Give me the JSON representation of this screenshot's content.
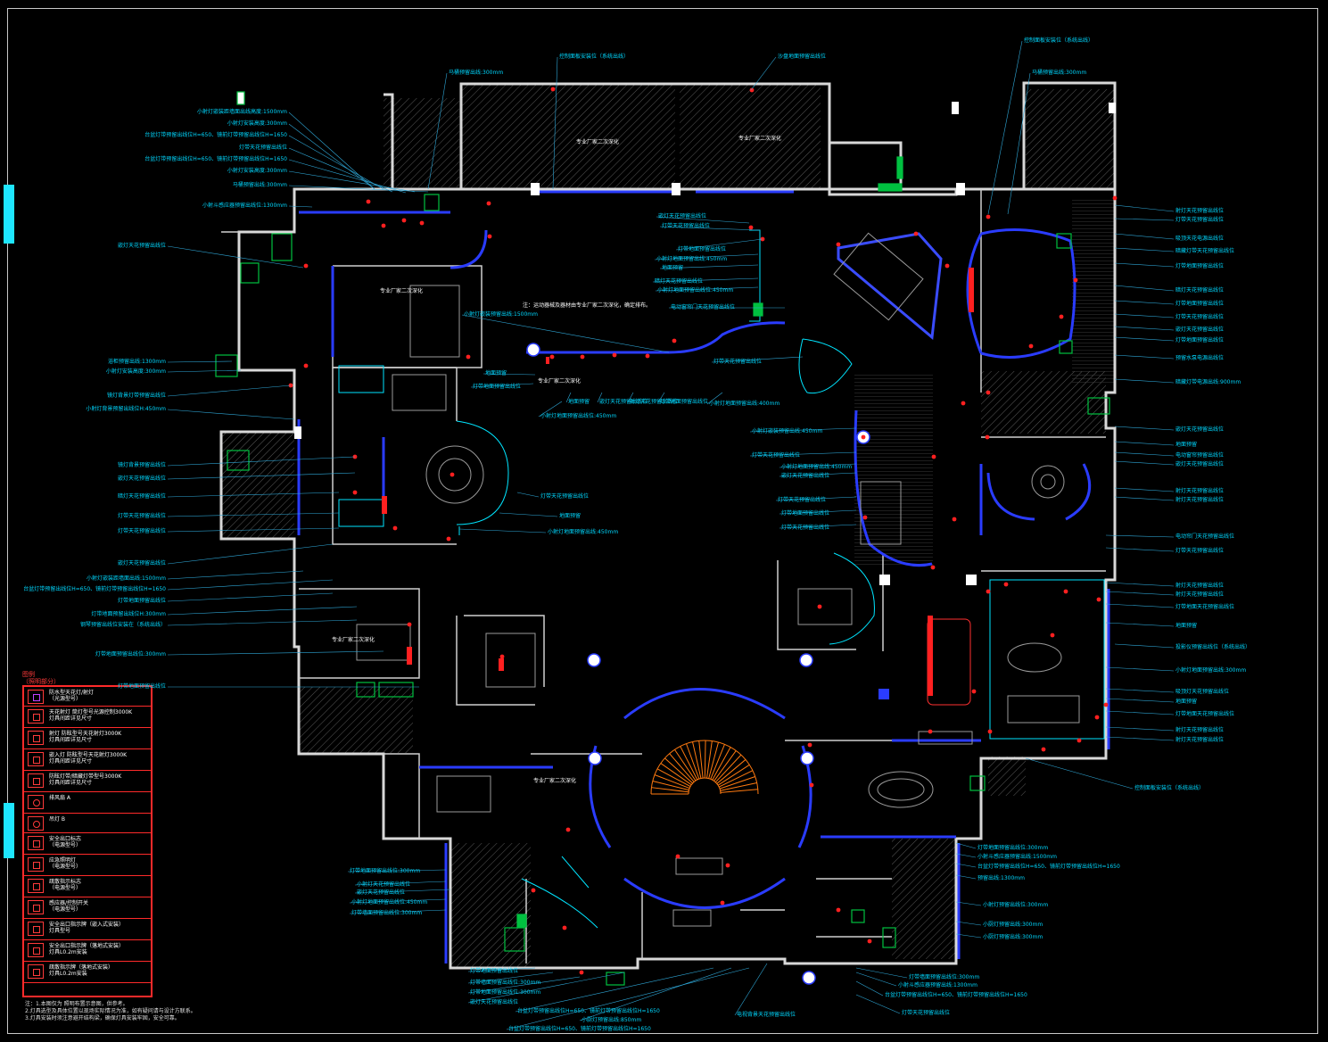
{
  "colors": {
    "background": "#000000",
    "wall": "#d8d8d8",
    "blue_line": "#2a3cff",
    "cyan_line": "#00e5ff",
    "leader": "#2fa8d8",
    "red_fixture": "#ff2020",
    "green_fixture": "#00c040",
    "legend_border": "#ff2a2a",
    "stair": "#ff7a10",
    "label_text": "#00d8ff"
  },
  "legend": {
    "header": "图例\n（照明部分）",
    "rows": [
      {
        "icon": "small-square-icon",
        "text": "防水型天花灯/射灯\n（光源型号）"
      },
      {
        "icon": "downlight-icon",
        "text": "天花射灯  筒灯型号光源控制3000K\n灯具间距详见尺寸"
      },
      {
        "icon": "spotlight-icon",
        "text": "射灯  防眩型号天花射灯3000K\n灯具间距详见尺寸"
      },
      {
        "icon": "spotlight-icon",
        "text": "嵌入灯  防眩型号天花射灯3000K\n灯具间距详见尺寸"
      },
      {
        "icon": "spotlight-icon",
        "text": "防眩灯带/暗藏灯带型号3000K\n灯具间距详见尺寸"
      },
      {
        "icon": "exhaust-fan-icon",
        "text": "排风扇  A"
      },
      {
        "icon": "pendant-icon",
        "text": "吊灯 B"
      },
      {
        "icon": "power-outlet-icon",
        "text": "安全出口标志\n（电源型号）"
      },
      {
        "icon": "checkbox-icon",
        "text": "应急照明灯\n（电源型号）"
      },
      {
        "icon": "checkbox-icon",
        "text": "疏散指示标志\n（电源型号）"
      },
      {
        "icon": "sensor-icon",
        "text": "感应器/控制开关\n（电源型号）"
      },
      {
        "icon": "exit-sign-icon",
        "text": "安全出口指示牌（嵌入式安装）\n灯具型号"
      },
      {
        "icon": "exit-sign-icon",
        "text": "安全出口指示牌（落地式安装）\n灯具L0.2m安装"
      },
      {
        "icon": "exit-sign-icon",
        "text": "疏散指示牌（落地式安装）\n灯具L0.2m安装"
      }
    ]
  },
  "notes": "注：1.本图仅为    照明布置示意图，供参考。\n    2.灯具选型及具体位置以现场实际情况为准，如有疑问请与设计方联系。\n    3.灯具安装时须注意避开结构梁，确保灯具安装牢固，安全可靠。",
  "room_labels": [
    "专业厂家二次深化",
    "专业厂家二次深化",
    "专业厂家二次深化",
    "专业厂家二次深化",
    "专业厂家二次深化",
    "专业厂家二次深化",
    "注：运动器械及器材由专业厂家二次深化，确定排布。"
  ],
  "labels_left": [
    "小射灯嵌装距墙面出线高度:1500mm",
    "小射灯安装高度:300mm",
    "台盆灯带预留出线位H=650、镜前灯带预留出线位H=1650",
    "灯带天花预留出线位",
    "台盆灯带预留出线位H=650、镜前灯带预留出线位H=1650",
    "小射灯安装高度:300mm",
    "马桶预留出线:300mm",
    "小射斗感应器预留出线位:1300mm",
    "嵌灯天花预留出线位",
    "浴柜预留出线:1300mm",
    "小射灯安装高度:300mm",
    "镜灯背景灯带预留出线位",
    "小射灯背景预留出线位H:450mm",
    "镜灯背景预留出线位",
    "嵌灯天花预留出线位",
    "暗灯天花预留出线位",
    "灯带天花预留出线位",
    "灯带天花预留出线位",
    "嵌灯天花预留出线位",
    "小射灯嵌装距墙面出线:1500mm",
    "台盆灯带预留出线位H=650、镜前灯带预留出线位H=1650",
    "灯带地面预留出线位",
    "灯带地面预留出线位H:300mm",
    "钢琴预留出线位安装在（系统出线）",
    "灯带地面预留出线位:300mm",
    "灯带地面预留出线位"
  ],
  "labels_top": [
    "马桶预留出线:300mm",
    "控制面板安装位（系统出线）",
    "沙盘地面预留出线位",
    "控制面板安装位（系统出线）",
    "马桶预留出线:300mm"
  ],
  "labels_right": [
    "射灯天花预留出线位",
    "灯带天花预留出线位",
    "吸顶天花电源出线位",
    "暗藏灯带天花预留出线位",
    "灯带地面预留出线位",
    "暗灯天花预留出线位",
    "灯带地面预留出线位",
    "灯带天花预留出线位",
    "嵌灯天花预留出线位",
    "灯带地面预留出线位",
    "预留水泵电源出线位",
    "暗藏灯带电源出线:900mm",
    "嵌灯天花预留出线位",
    "地面预留",
    "电动窗帘预留出线位",
    "嵌灯天花预留出线位",
    "射灯天花预留出线位",
    "射灯天花预留出线位",
    "电动帘门天花预留出线位",
    "灯带天花预留出线位",
    "射灯天花预留出线位",
    "射灯天花预留出线位",
    "灯带地面天花预留出线位",
    "地面预留",
    "投影仪预留出线位（系统出线）",
    "小射灯地面预留出线:300mm",
    "吸顶灯天花预留出线位",
    "地面预留",
    "灯带地面天花预留出线位",
    "射灯天花预留出线位",
    "射灯天花预留出线位",
    "控制面板安装位（系统出线）"
  ],
  "labels_center": [
    "嵌灯天花预留出线位",
    "灯带天花预留出线位",
    "灯带地面预留出线位",
    "小射灯地面预留出线:450mm",
    "地面预留",
    "暗灯天花预留出线位",
    "小射灯地面预留出线位:450mm",
    "电动窗帘门天花预留出线位",
    "小射灯嵌装预留出线:1500mm",
    "地面预留",
    "灯带地面预留出线位",
    "小射灯地面预留出线位:450mm",
    "灯带天花预留出线位",
    "地面预留",
    "嵌灯天花预留出线位",
    "射灯天花预留出线位",
    "灯带地面预留出线位",
    "小射灯地面预留出线:400mm",
    "灯带天花预留出线位",
    "地面预留",
    "小射灯地面预留出线:450mm",
    "小射灯嵌装预留出线:450mm",
    "灯带天花预留出线位",
    "小射灯地面预留出线:450mm",
    "嵌灯天花预留出线位",
    "灯带天花预留出线位",
    "灯带地面预留出线位",
    "灯带天花预留出线位"
  ],
  "labels_bottom": [
    "灯带地面预留出线位:300mm",
    "小射灯天花预留出线位",
    "嵌灯天花预留出线位",
    "小射灯地面预留出线位:450mm",
    "灯带墙面预留出线位:300mm",
    "灯带地面预留出线位",
    "灯带墙面预留出线位:300mm",
    "灯带地面预留出线位:300mm",
    "嵌灯天花预留出线位",
    "台盆灯带预留出线位H=650、镜前灯带预留出线位H=1650",
    "小厨灯预留出线:850mm",
    "台盆灯带预留出线位H=650、镜前灯带预留出线位H=1650",
    "电视背景天花预留出线位",
    "灯带墙面预留出线位:300mm",
    "小射斗感应器预留出线:1300mm",
    "台盆灯带预留出线位H=650、镜前灯带预留出线位H=1650",
    "灯带天花预留出线位",
    "灯带地面预留出线位:300mm",
    "小射斗感应器预留出线:1500mm",
    "台盆灯带预留出线位H=650、镜前灯带预留出线位H=1650",
    "预留出线:1300mm",
    "小射灯预留出线位:300mm",
    "小厨灯预留出线:300mm",
    "小厨灯预留出线:300mm"
  ]
}
